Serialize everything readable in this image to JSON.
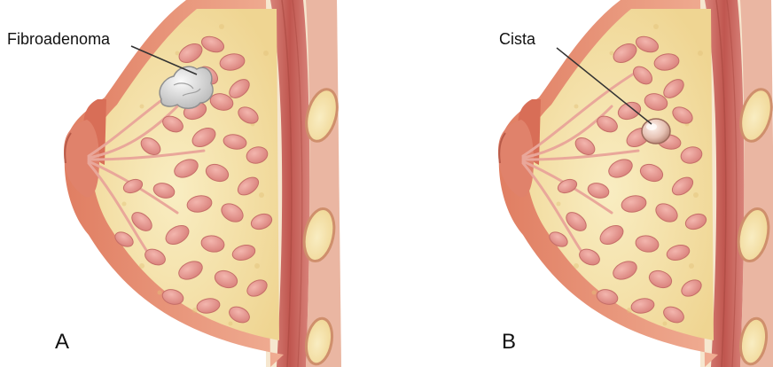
{
  "panels": [
    {
      "letter": "A",
      "callout": "Fibroadenoma",
      "lesion": "fibroadenoma"
    },
    {
      "letter": "B",
      "callout": "Cista",
      "lesion": "cyst"
    }
  ],
  "colors": {
    "background": "#ffffff",
    "skin": "#e89a7e",
    "fat": "#f4e3a6",
    "lobule": "#e4938e",
    "muscle": "#c96a62",
    "rib": "#f7ecbc",
    "fibroadenoma": "#e5e5e5",
    "cyst": "#e6c2b4",
    "leader": "#333333"
  }
}
